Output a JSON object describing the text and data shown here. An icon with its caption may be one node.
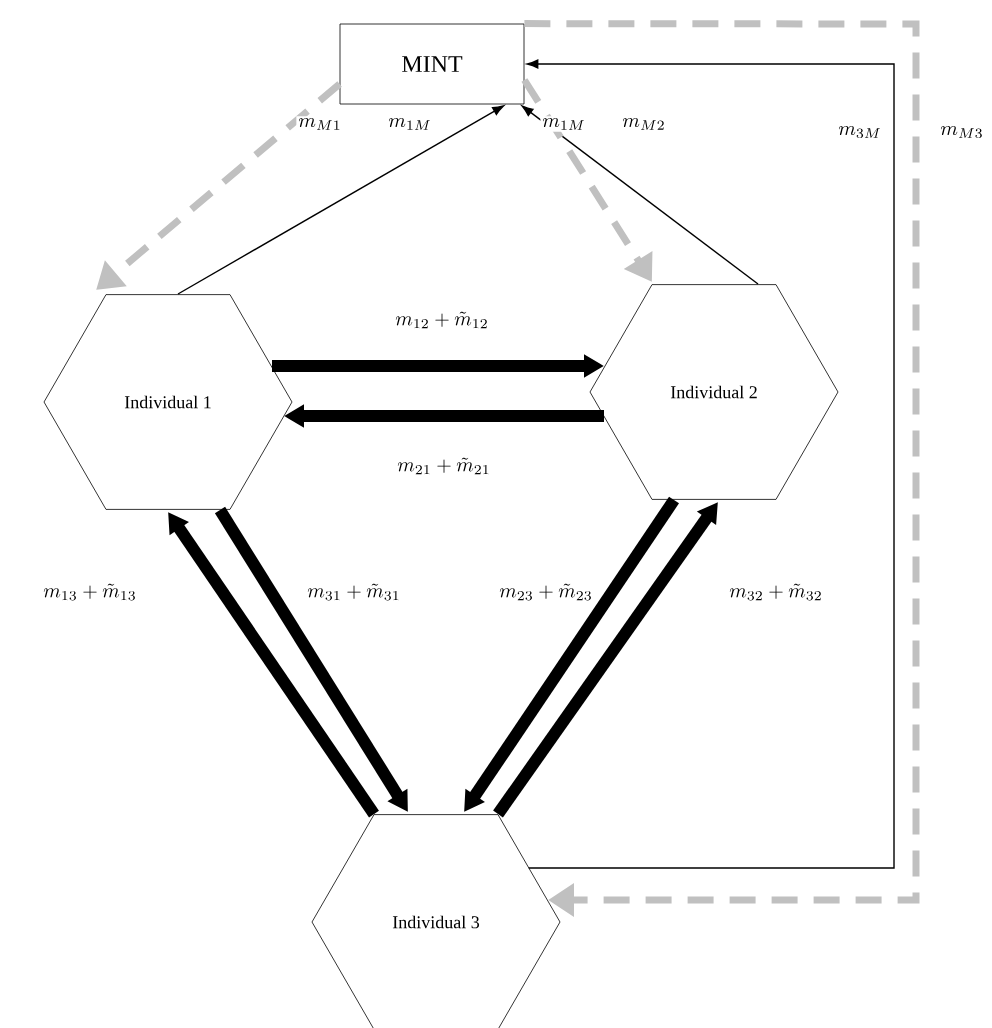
{
  "diagram": {
    "nodes": [
      {
        "text": [
          "MINT"
        ]
      },
      {
        "text": [
          "Individual 1"
        ]
      },
      {
        "text": [
          "Individual 2"
        ]
      },
      {
        "text": [
          "Individual 3"
        ]
      }
    ],
    "edges": [
      {
        "from": 1,
        "to": 0,
        "arrow": "to",
        "label": "m_{1M}"
      },
      {
        "from": 2,
        "to": 0,
        "arrow": "to",
        "label": "m_{1M}"
      },
      {
        "from": 3,
        "to": 0,
        "arrow": "to",
        "label": "m_{3M}"
      },
      {
        "from": 0,
        "to": 1,
        "arrow": "to",
        "label": "m_{M1}",
        "style": "dashed",
        "color": "#c0c0c0"
      },
      {
        "from": 0,
        "to": 2,
        "arrow": "to",
        "label": "m_{M2}",
        "style": "dashed",
        "color": "#c0c0c0"
      },
      {
        "from": 0,
        "to": 3,
        "arrow": "to",
        "label": "m_{M3}",
        "style": "dashed",
        "color": "#c0c0c0"
      },
      {
        "from": 1,
        "to": 2,
        "arrow": "to",
        "label": "m_{12} + \\tilde{m}_{12}"
      },
      {
        "from": 2,
        "to": 1,
        "arrow": "to",
        "label": "m_{21} + \\tilde{m}_{21}"
      },
      {
        "from": 3,
        "to": 1,
        "arrow": "to",
        "label": "m_{13} + \\tilde{m}_{13}"
      },
      {
        "from": 1,
        "to": 3,
        "arrow": "to",
        "label": "m_{31} + \\tilde{m}_{31}"
      },
      {
        "from": 2,
        "to": 3,
        "arrow": "to",
        "label": "m_{23} + \\tilde{m}_{23}"
      },
      {
        "from": 3,
        "to": 2,
        "arrow": "to",
        "label": "m_{32} + \\tilde{m}_{32}"
      }
    ]
  }
}
